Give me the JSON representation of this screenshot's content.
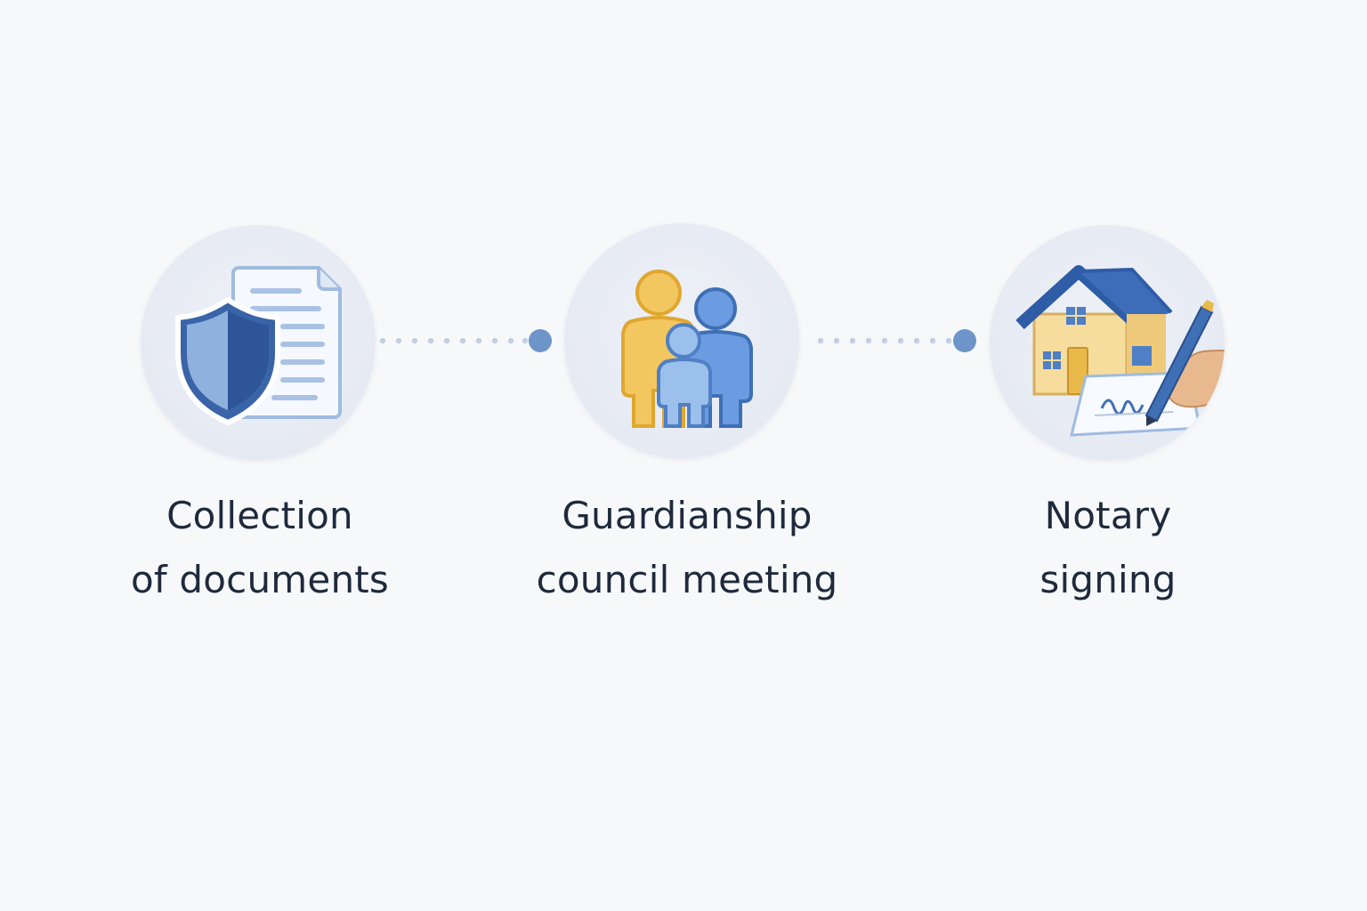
{
  "steps": [
    {
      "icon": "shield-document-icon",
      "label_line1": "Collection",
      "label_line2": "of documents"
    },
    {
      "icon": "family-icon",
      "label_line1": "Guardianship",
      "label_line2": "council meeting"
    },
    {
      "icon": "house-signing-icon",
      "label_line1": "Notary",
      "label_line2": "signing"
    }
  ],
  "colors": {
    "primary_blue": "#3f6fb5",
    "light_blue": "#7ea6d8",
    "gold": "#e9b94a",
    "text": "#1e2a3c",
    "connector_dot": "#b7c6dc",
    "connector_node": "#6d95c9"
  }
}
